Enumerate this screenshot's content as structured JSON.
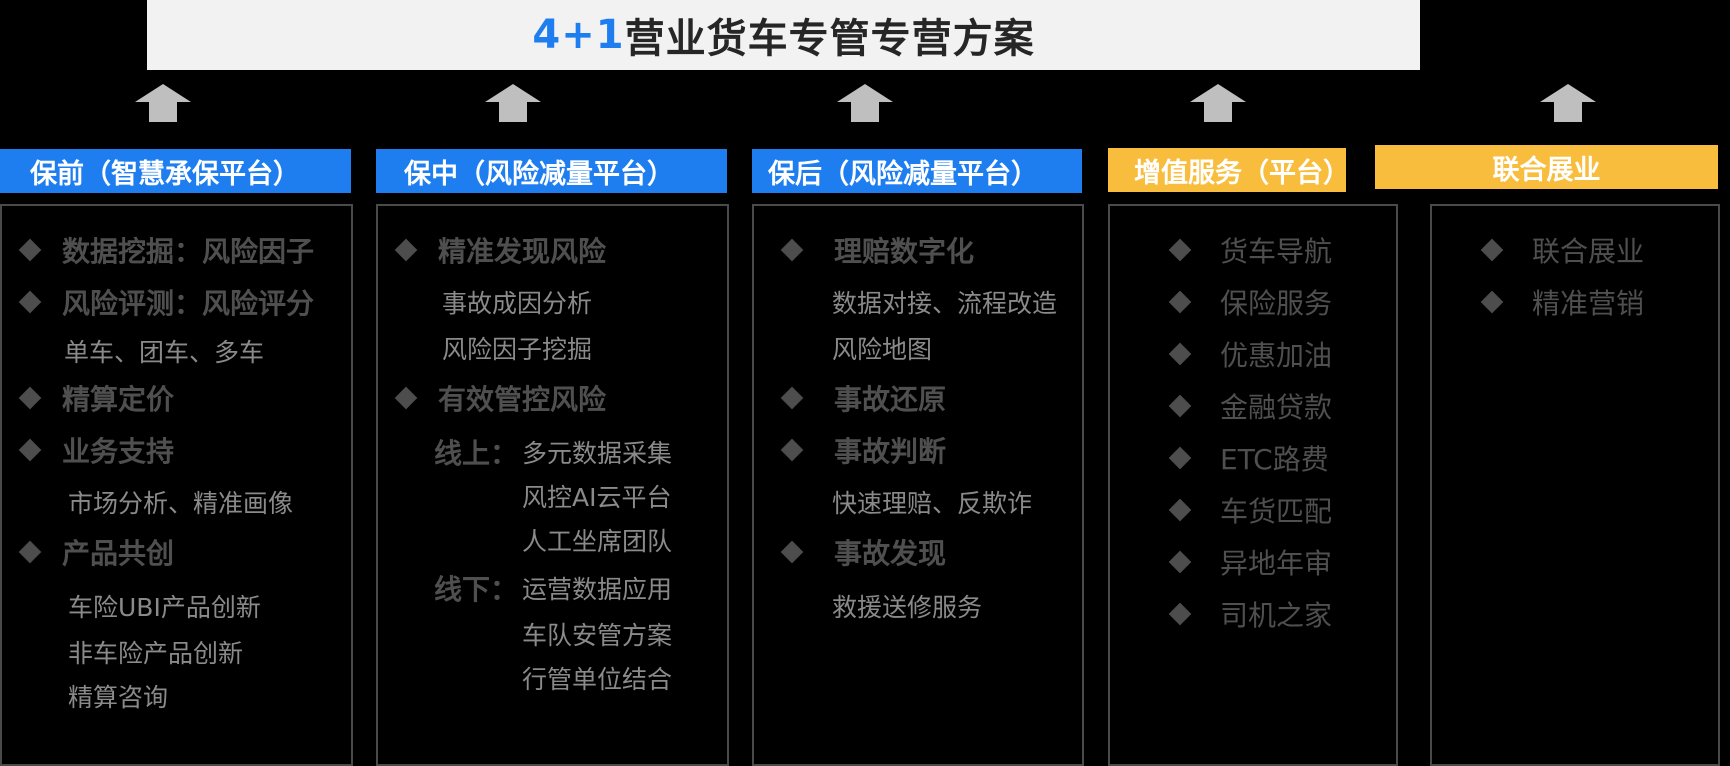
{
  "title": {
    "accent": "4+1",
    "text": "营业货车专管专营方案"
  },
  "colors": {
    "blue": "#1e7ef0",
    "yellow": "#f9bd3d",
    "title_bg": "#f2f2f2",
    "arrow": "#bfbfbf",
    "border": "#4a4a4a"
  },
  "columns": [
    {
      "header": "保前（智慧承保平台）",
      "items": [
        {
          "type": "bullet",
          "text": "数据挖掘：风险因子"
        },
        {
          "type": "bullet",
          "text": "风险评测：风险评分"
        },
        {
          "type": "sub",
          "text": "单车、团车、多车"
        },
        {
          "type": "bullet",
          "text": "精算定价"
        },
        {
          "type": "bullet",
          "text": "业务支持"
        },
        {
          "type": "sub",
          "text": "市场分析、精准画像"
        },
        {
          "type": "bullet",
          "text": "产品共创"
        },
        {
          "type": "sub",
          "text": "车险UBI产品创新"
        },
        {
          "type": "sub",
          "text": "非车险产品创新"
        },
        {
          "type": "sub",
          "text": "精算咨询"
        }
      ]
    },
    {
      "header": "保中（风险减量平台）",
      "items": [
        {
          "type": "bullet",
          "text": "精准发现风险"
        },
        {
          "type": "sub",
          "text": "事故成因分析"
        },
        {
          "type": "sub",
          "text": "风险因子挖掘"
        },
        {
          "type": "bullet",
          "text": "有效管控风险"
        },
        {
          "type": "labeled",
          "label": "线上：",
          "text": "多元数据采集"
        },
        {
          "type": "sub",
          "text": "风控AI云平台"
        },
        {
          "type": "sub",
          "text": "人工坐席团队"
        },
        {
          "type": "labeled",
          "label": "线下：",
          "text": "运营数据应用"
        },
        {
          "type": "sub",
          "text": "车队安管方案"
        },
        {
          "type": "sub",
          "text": "行管单位结合"
        }
      ]
    },
    {
      "header": "保后（风险减量平台）",
      "items": [
        {
          "type": "bullet",
          "text": "理赔数字化"
        },
        {
          "type": "sub",
          "text": "数据对接、流程改造"
        },
        {
          "type": "sub",
          "text": "风险地图"
        },
        {
          "type": "bullet",
          "text": "事故还原"
        },
        {
          "type": "bullet",
          "text": "事故判断"
        },
        {
          "type": "sub",
          "text": "快速理赔、反欺诈"
        },
        {
          "type": "bullet",
          "text": "事故发现"
        },
        {
          "type": "sub",
          "text": "救援送修服务"
        }
      ]
    },
    {
      "header": "增值服务（平台）",
      "items": [
        {
          "type": "plain",
          "text": "货车导航"
        },
        {
          "type": "plain",
          "text": "保险服务"
        },
        {
          "type": "plain",
          "text": "优惠加油"
        },
        {
          "type": "plain",
          "text": "金融贷款"
        },
        {
          "type": "plain",
          "text": "ETC路费"
        },
        {
          "type": "plain",
          "text": "车货匹配"
        },
        {
          "type": "plain",
          "text": "异地年审"
        },
        {
          "type": "plain",
          "text": "司机之家"
        }
      ]
    },
    {
      "header": "联合展业",
      "items": [
        {
          "type": "plain",
          "text": "联合展业"
        },
        {
          "type": "plain",
          "text": "精准营销"
        }
      ]
    }
  ]
}
